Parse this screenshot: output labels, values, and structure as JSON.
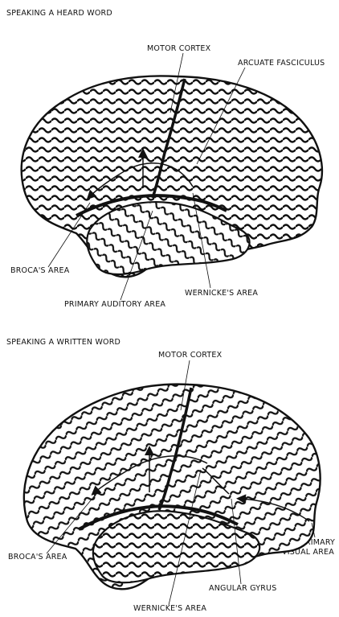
{
  "panels": [
    {
      "title": "SPEAKING A HEARD WORD",
      "labels": {
        "motor_cortex": "MOTOR CORTEX",
        "arcuate_fasciculus": "ARCUATE FASCICULUS",
        "brocas_area": "BROCA'S AREA",
        "wernickes_area": "WERNICKE'S AREA",
        "primary_auditory_area": "PRIMARY AUDITORY AREA"
      }
    },
    {
      "title": "SPEAKING A WRITTEN WORD",
      "labels": {
        "motor_cortex": "MOTOR CORTEX",
        "brocas_area": "BROCA'S AREA",
        "primary_visual_line1": "PRIMARY",
        "primary_visual_line2": "VISUAL AREA",
        "angular_gyrus": "ANGULAR GYRUS",
        "wernickes_area": "WERNICKE'S AREA"
      }
    }
  ]
}
